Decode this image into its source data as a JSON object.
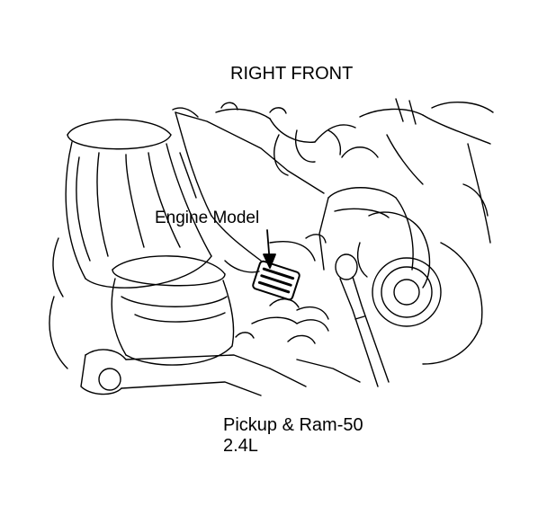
{
  "diagram": {
    "view_label": "RIGHT FRONT",
    "callout_label": "Engine Model",
    "caption": {
      "line1": "Pickup & Ram-50",
      "line2": "2.4L"
    }
  },
  "colors": {
    "ink": "#000000",
    "paper": "#ffffff"
  }
}
